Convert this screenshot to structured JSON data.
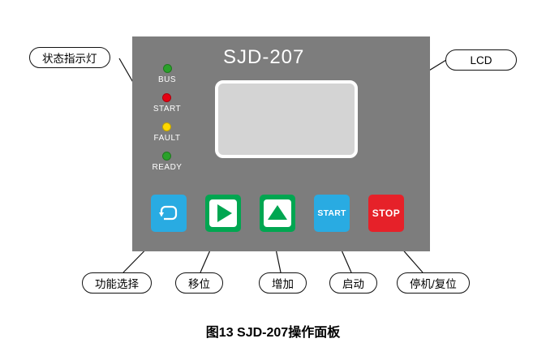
{
  "panel": {
    "title": "SJD-207",
    "bg_color": "#7d7d7d",
    "lcd_color": "#d4d4d4",
    "leds": [
      {
        "name": "bus",
        "label": "BUS",
        "color": "#2aa12a"
      },
      {
        "name": "start",
        "label": "START",
        "color": "#e60012"
      },
      {
        "name": "fault",
        "label": "FAULT",
        "color": "#ffd800"
      },
      {
        "name": "ready",
        "label": "READY",
        "color": "#2aa12a"
      }
    ],
    "buttons": [
      {
        "name": "function-select",
        "label": "",
        "color": "#29abe2",
        "icon": "loop-arrow-icon"
      },
      {
        "name": "shift",
        "label": "",
        "color": "#00a651",
        "icon": "right-triangle-icon"
      },
      {
        "name": "increase",
        "label": "",
        "color": "#00a651",
        "icon": "up-triangle-icon"
      },
      {
        "name": "start",
        "label": "START",
        "color": "#29abe2"
      },
      {
        "name": "stop",
        "label": "STOP",
        "color": "#e62129"
      }
    ]
  },
  "callouts": {
    "status_leds": "状态指示灯",
    "lcd": "LCD",
    "function_select": "功能选择",
    "shift": "移位",
    "increase": "增加",
    "start": "启动",
    "stop": "停机/复位"
  },
  "caption": "图13 SJD-207操作面板"
}
